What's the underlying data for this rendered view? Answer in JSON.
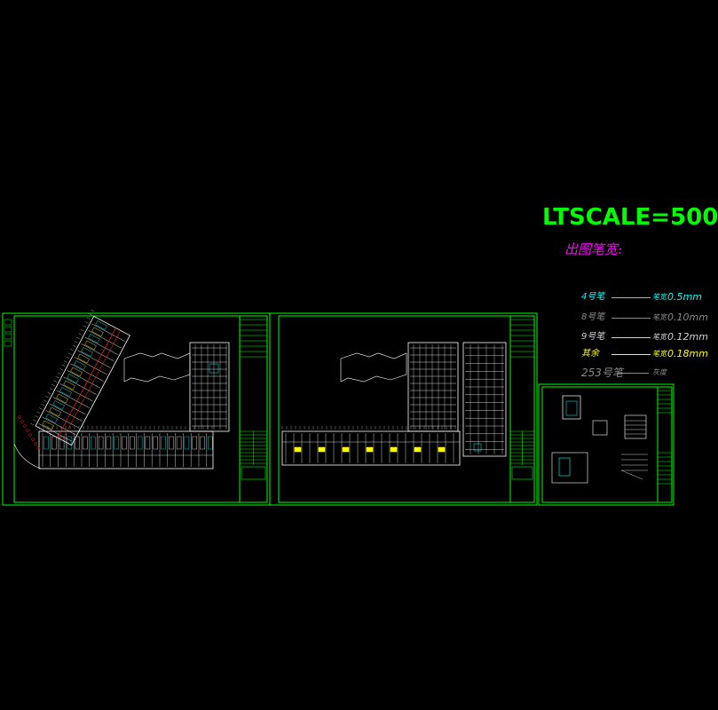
{
  "legend": {
    "title": "LTSCALE=500",
    "subtitle": "出图笔宽:",
    "pens": [
      {
        "name": "4号笔",
        "label": "笔宽",
        "value": "0.5mm",
        "color": "#00ffff"
      },
      {
        "name": "8号笔",
        "label": "笔宽",
        "value": "0.10mm",
        "color": "#8a8a8a"
      },
      {
        "name": "9号笔",
        "label": "笔宽",
        "value": "0.12mm",
        "color": "#d0d0d0"
      },
      {
        "name": "其余",
        "label": "笔宽",
        "value": "0.18mm",
        "color": "#ffff00"
      },
      {
        "name": "253号笔",
        "label": "灰度",
        "value": "",
        "color": "#8a8a8a"
      }
    ]
  },
  "colors": {
    "frame": "#00ff00",
    "background": "#000000",
    "white": "#ffffff",
    "cyan": "#00ffff",
    "yellow": "#ffff00",
    "red": "#ff2020",
    "magenta": "#ff00ff"
  },
  "sheets": [
    {
      "name": "sheet-1-floor-plan"
    },
    {
      "name": "sheet-2-floor-plan"
    },
    {
      "name": "sheet-3-detail"
    }
  ]
}
